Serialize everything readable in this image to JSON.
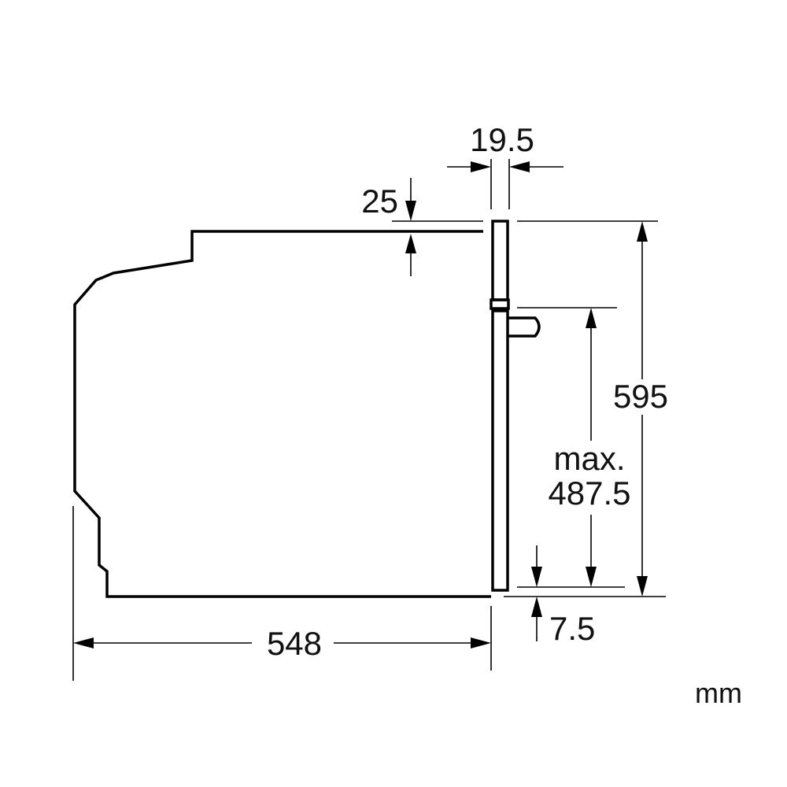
{
  "dimensions": {
    "door_thickness": "19.5",
    "top_gap": "25",
    "total_height": "595",
    "max_label": "max.",
    "max_value": "487.5",
    "bottom_offset": "7.5",
    "depth": "548"
  },
  "unit": "mm"
}
